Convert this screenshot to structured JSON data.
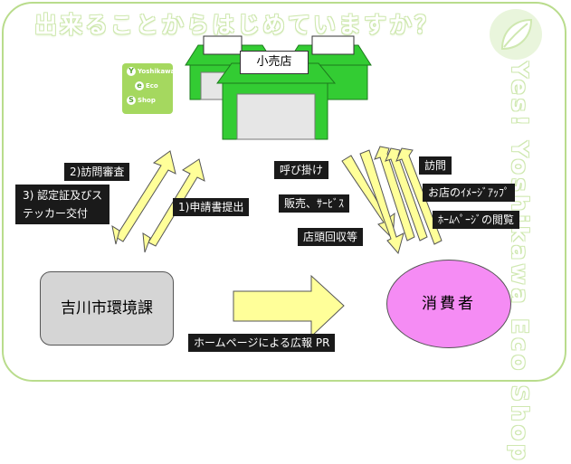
{
  "headline": "出来ることからはじめていますか？",
  "vertical_brand": "Yes! Yoshikawa Eco Shop",
  "eco_logo": {
    "line1": "Yoshikawa",
    "line2": "Eco",
    "line3": "Shop",
    "caps": [
      "Y",
      "e",
      "S"
    ]
  },
  "nodes": {
    "store": "小売店",
    "city": "吉川市環境課",
    "consumer": "消費者"
  },
  "left_flows": {
    "visit_review": "2)訪問審査",
    "certificate_line1": "3) 認定証及びス",
    "certificate_line2": "テッカー交付",
    "application": "1)申請書提出"
  },
  "store_to_consumer": {
    "call": "呼び掛け",
    "sales": "販売、ｻｰﾋﾞｽ",
    "collection": "店頭回収等"
  },
  "consumer_to_store": {
    "visit": "訪問",
    "image_up": "お店のｲﾒｰｼﾞｱｯﾌﾟ",
    "homepage": "ﾎｰﾑﾍﾟｰｼﾞの閲覧"
  },
  "pr_label": "ホームページによる広報 PR",
  "colors": {
    "frame": "#b9dc8c",
    "store_green": "#33cc33",
    "arrow_yellow": "#ffff99",
    "consumer_pink": "#f58cf4",
    "city_gray": "#d5d5d5"
  }
}
